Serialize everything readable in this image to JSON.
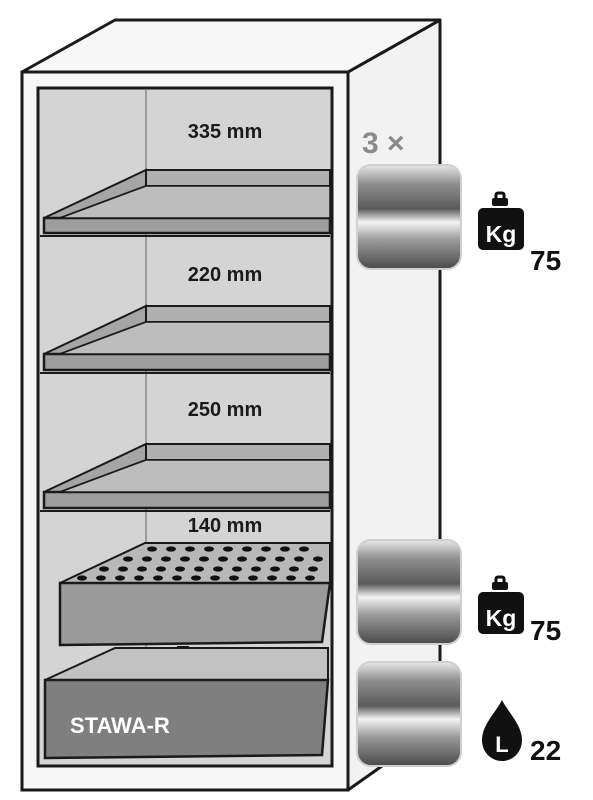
{
  "shelves": [
    {
      "height_label": "335 mm"
    },
    {
      "height_label": "220 mm"
    },
    {
      "height_label": "250 mm"
    },
    {
      "height_label": "140 mm"
    }
  ],
  "sump": {
    "label": "STAWA-R"
  },
  "multiplier": "3 ×",
  "load_badges": [
    {
      "icon": "weight-icon",
      "icon_text": "Kg",
      "value": "75"
    },
    {
      "icon": "weight-icon",
      "icon_text": "Kg",
      "value": "75"
    },
    {
      "icon": "liquid-drop-icon",
      "icon_text": "L",
      "value": "22"
    }
  ],
  "colors": {
    "outline": "#1a1a1a",
    "cabinet_body": "#f7f7f7",
    "interior": "#d4d4d4",
    "shelf": "#9d9d9d",
    "shelf_dark": "#7a7a7a",
    "icon": "#111111"
  }
}
